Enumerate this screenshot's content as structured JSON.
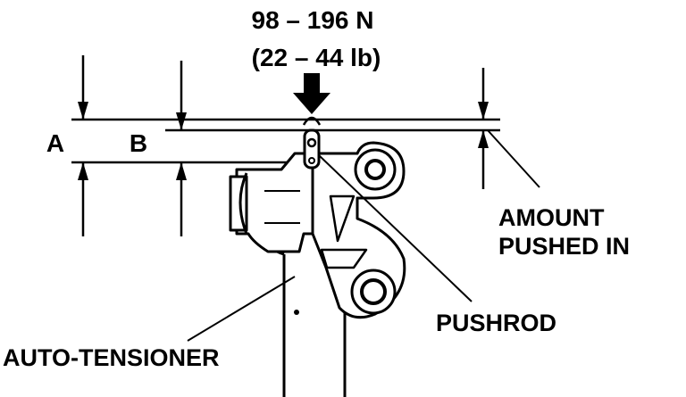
{
  "labels": {
    "force_newton": "98 – 196 N",
    "force_pound": "(22 – 44 lb)",
    "dim_a": "A",
    "dim_b": "B",
    "amount_line1": "AMOUNT",
    "amount_line2": "PUSHED IN",
    "pushrod": "PUSHROD",
    "auto_tensioner": "AUTO-TENSIONER"
  },
  "colors": {
    "ink": "#000000",
    "paper": "#ffffff"
  }
}
